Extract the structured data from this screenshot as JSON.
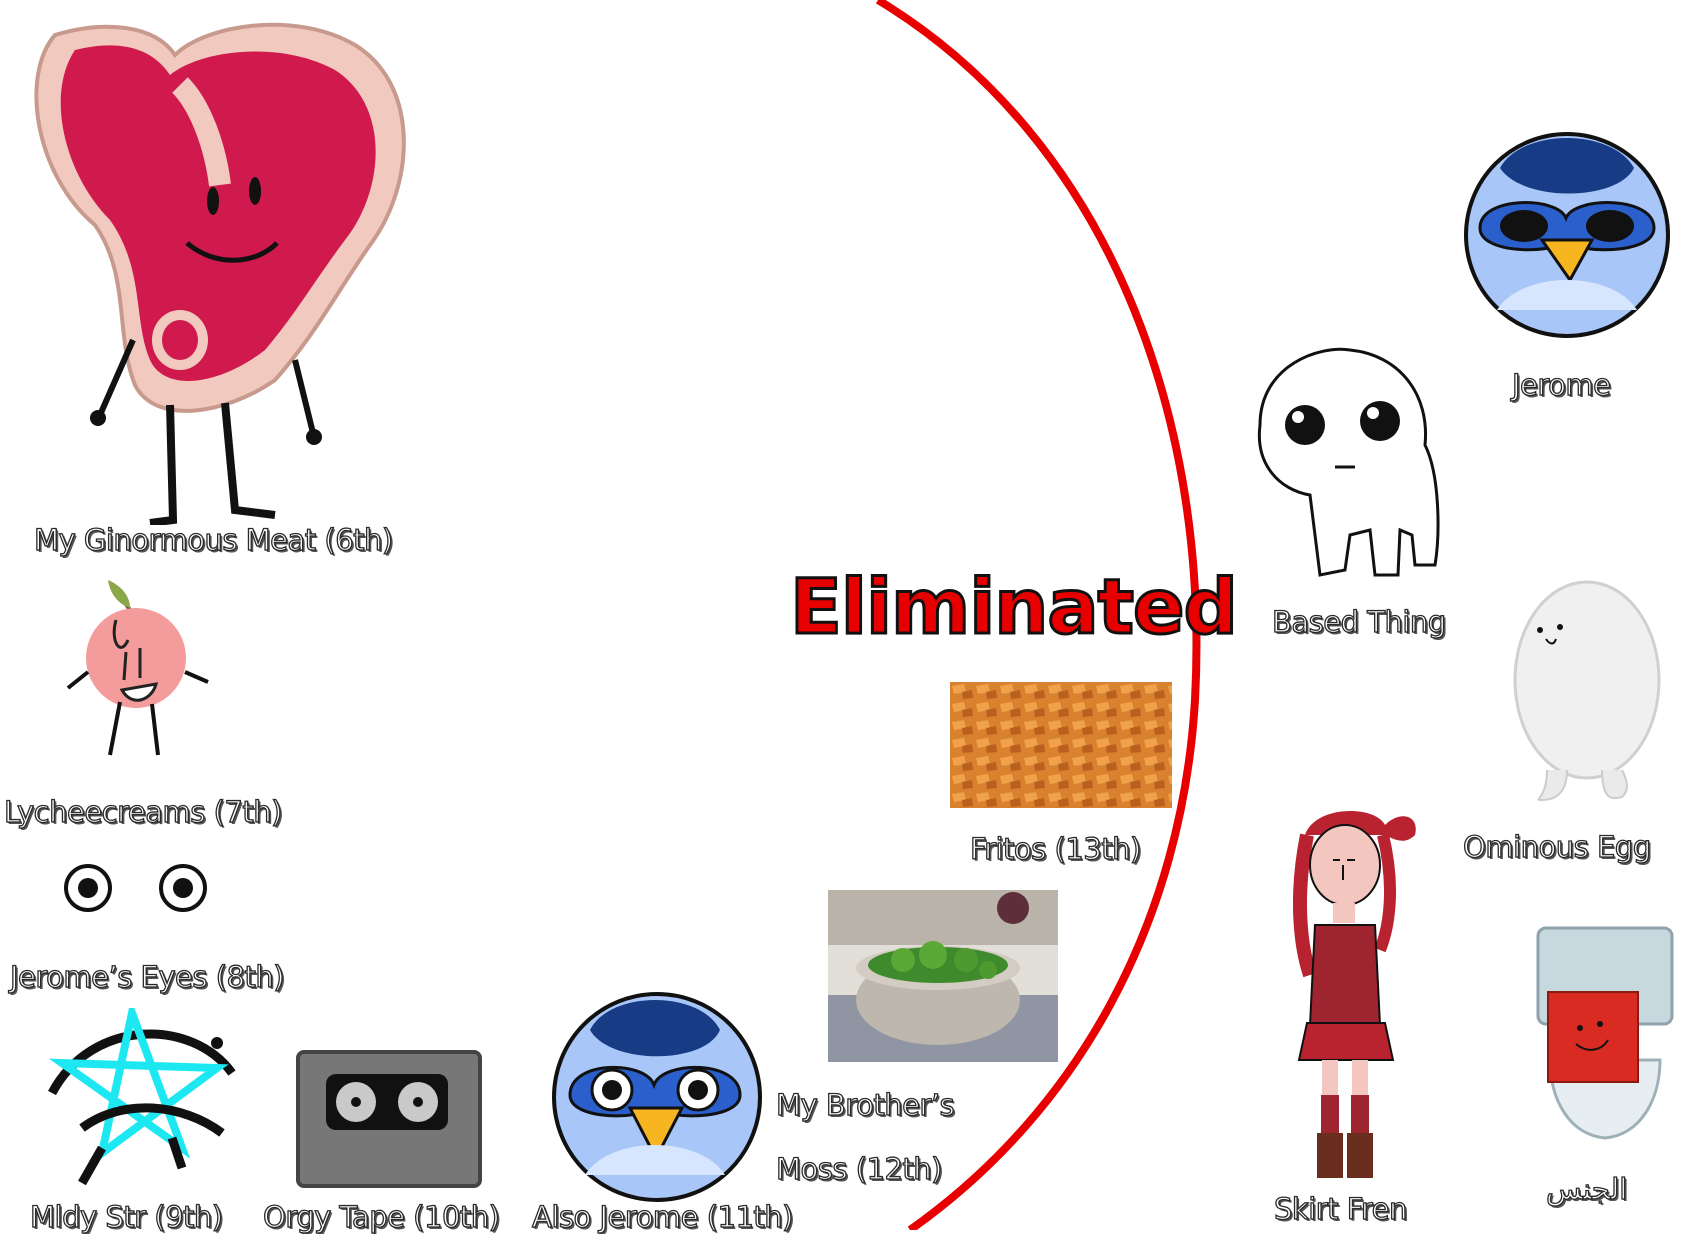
{
  "heading": "Eliminated",
  "colors": {
    "divider": "#e80000",
    "heading": "#e80000",
    "meat": "#d01a4e",
    "jerome_body": "#a8c6f8",
    "jerome_hair": "#173b85",
    "beak": "#f7b520"
  },
  "remaining": [
    {
      "name": "Jerome"
    },
    {
      "name": "Based Thing"
    },
    {
      "name": "Ominous Egg"
    },
    {
      "name": "Skirt Fren"
    },
    {
      "name": "الجنس"
    }
  ],
  "eliminated": [
    {
      "name": "My Ginormous Meat (6th)"
    },
    {
      "name": "Lycheecreams (7th)"
    },
    {
      "name": "Jerome’s Eyes (8th)"
    },
    {
      "name": "Mldy Str (9th)"
    },
    {
      "name": "Orgy Tape (10th)"
    },
    {
      "name": "Also Jerome (11th)"
    },
    {
      "name": "My Brother’s",
      "name_line2": "Moss (12th)"
    },
    {
      "name": "Fritos (13th)"
    }
  ]
}
